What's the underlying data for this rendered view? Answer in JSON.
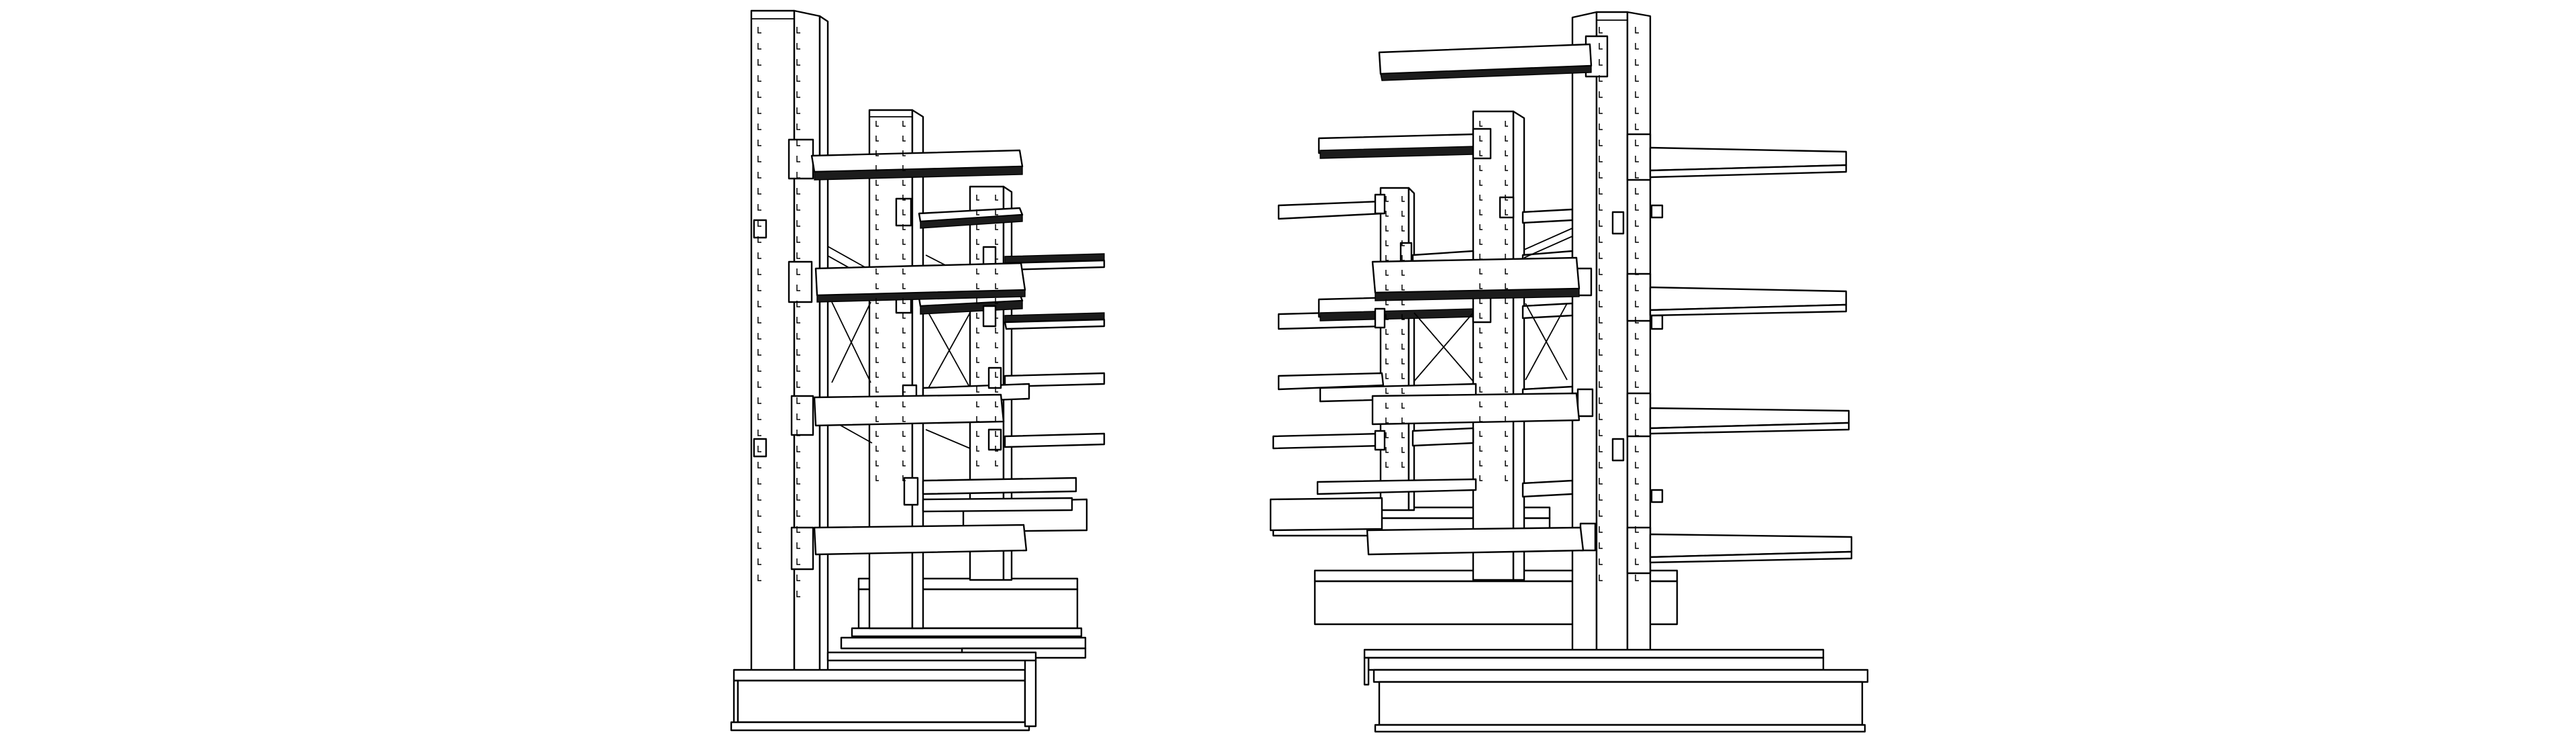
{
  "figure": {
    "subject": "cantilever-rack-line-drawing",
    "views": [
      "single-sided-rack-view",
      "double-sided-rack-view"
    ],
    "colors": {
      "background": "#ffffff",
      "line": "#000000",
      "arm-top-shadow": "#1c1c1c"
    }
  }
}
